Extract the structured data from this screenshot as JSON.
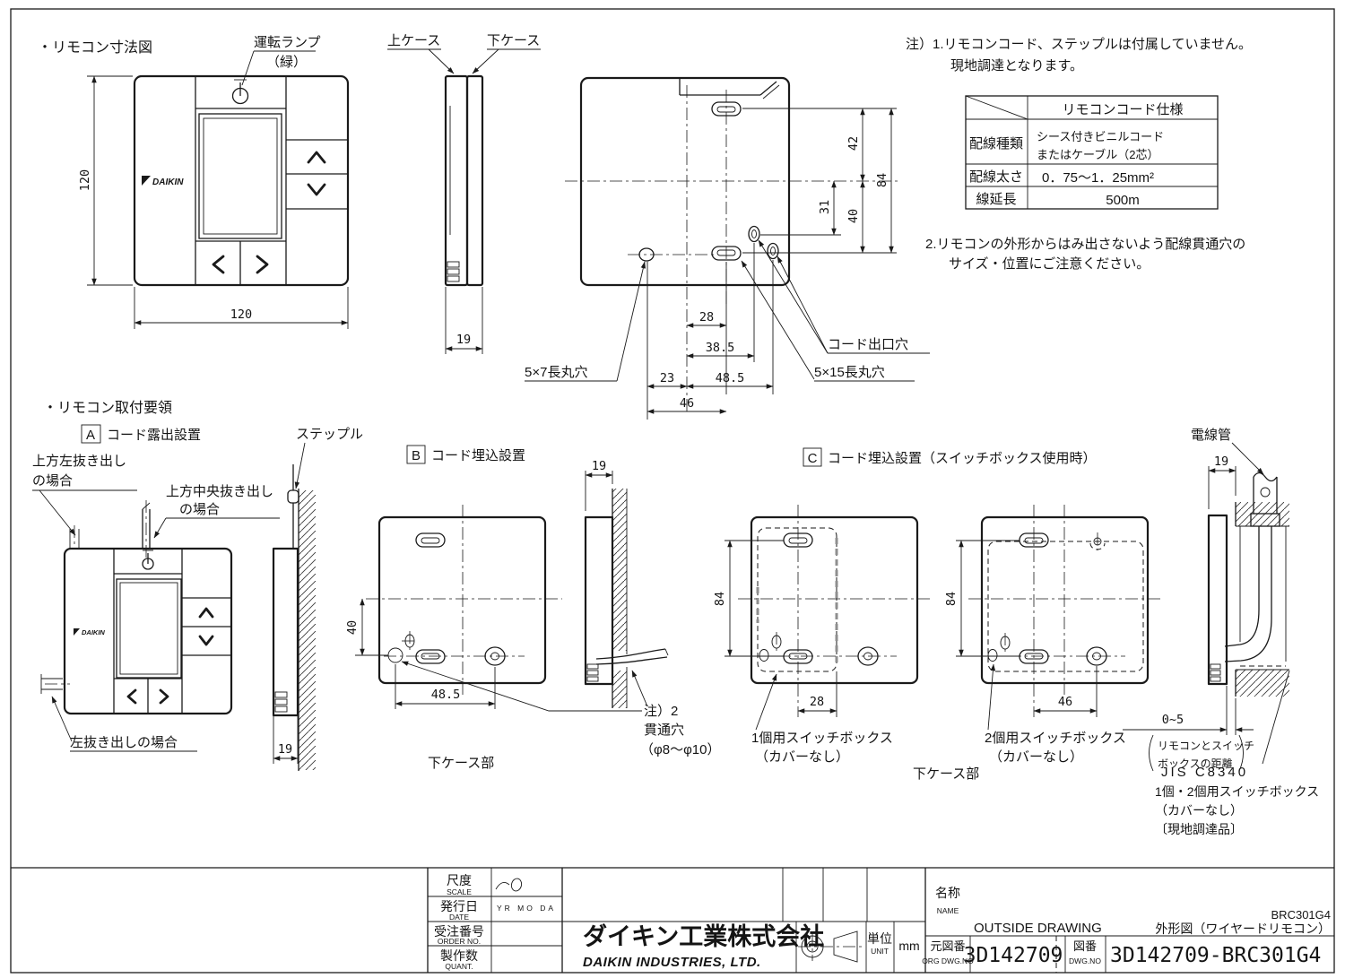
{
  "logo": {
    "daikin": "DAIKIN"
  },
  "dim_section": {
    "title": "・リモコン寸法図",
    "labels": {
      "run_lamp1": "運転ランプ",
      "run_lamp2": "（緑）",
      "upper_case": "上ケース",
      "lower_case": "下ケース",
      "hole_5x7": "5×7長丸穴",
      "hole_5x15": "5×15長丸穴",
      "cord_exit": "コード出口穴"
    },
    "dims": {
      "w": "120",
      "h": "120",
      "depth": "19",
      "d42": "42",
      "d84": "84",
      "d31": "31",
      "d40": "40",
      "d28": "28",
      "d38_5": "38.5",
      "d23": "23",
      "d48_5": "48.5",
      "d46": "46"
    }
  },
  "notes": {
    "n1_line1": "注）1.リモコンコード、ステップルは付属していません。",
    "n1_line2": "現地調達となります。",
    "n2_line1": "2.リモコンの外形からはみ出さないよう配線貫通穴の",
    "n2_line2": "サイズ・位置にご注意ください。"
  },
  "spec_table": {
    "header": "リモコンコード仕様",
    "row1_label": "配線種類",
    "row1_value1": "シース付きビニルコード",
    "row1_value2": "またはケーブル（2芯）",
    "row2_label": "配線太さ",
    "row2_value": "0．75～1．25mm²",
    "row3_label": "線延長",
    "row3_value": "500m"
  },
  "mount_section": {
    "title": "・リモコン取付要領",
    "a": {
      "tag": "A",
      "title": "コード露出設置",
      "staple": "ステップル",
      "top_left1": "上方左抜き出し",
      "top_left2": "の場合",
      "top_center1": "上方中央抜き出し",
      "top_center2": "の場合",
      "left_exit": "左抜き出しの場合",
      "depth": "19"
    },
    "b": {
      "tag": "B",
      "title": "コード埋込設置",
      "depth": "19",
      "d40": "40",
      "d48_5": "48.5",
      "note1": "注）2",
      "note2": "貫通穴",
      "note3": "（φ8～φ10）",
      "caption": "下ケース部"
    },
    "c": {
      "tag": "C",
      "title": "コード埋込設置（スイッチボックス使用時）",
      "d84a": "84",
      "d28": "28",
      "d84b": "84",
      "d46": "46",
      "box1a": "1個用スイッチボックス",
      "box1b": "（カバーなし）",
      "box2a": "2個用スイッチボックス",
      "box2b": "（カバーなし）",
      "caption": "下ケース部"
    },
    "wall": {
      "conduit": "電線管",
      "depth": "19",
      "gap": "0~5",
      "dist1": "リモコンとスイッチ",
      "dist2": "ボックスの距離",
      "jis1": "JIS C8340",
      "jis2": "1個・2個用スイッチボックス",
      "jis3": "（カバーなし）",
      "jis4": "〔現地調達品〕"
    }
  },
  "title_block": {
    "scale_jp": "尺度",
    "scale_en": "SCALE",
    "date_jp": "発行日",
    "date_en": "DATE",
    "date_cols": "YR  MO  DA",
    "order_jp": "受注番号",
    "order_en": "ORDER NO.",
    "quant_jp": "製作数",
    "quant_en": "QUANT.",
    "company_jp": "ダイキン工業株式会社",
    "company_en": "DAIKIN INDUSTRIES, LTD.",
    "unit_jp": "単位",
    "unit_en": "UNIT",
    "unit_value": "mm",
    "name_jp": "名称",
    "name_en": "NAME",
    "drawing_name_en": "OUTSIDE DRAWING",
    "model": "BRC301G4",
    "drawing_name_jp": "外形図（ワイヤードリモコン）",
    "org_no_jp": "元図番",
    "org_no_en": "ORG DWG.NO",
    "org_no": "3D142709",
    "dwg_no_jp": "図番",
    "dwg_no_en": "DWG.NO",
    "dwg_no": "3D142709-BRC301G4"
  }
}
